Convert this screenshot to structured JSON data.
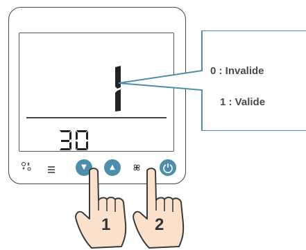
{
  "display": {
    "main_value": "1",
    "sub_value": "30"
  },
  "buttons": {
    "mode": "mode-icon",
    "menu": "menu-icon",
    "down": "▼",
    "up": "▲",
    "fan": "fan-icon",
    "power": "power-icon"
  },
  "callout": {
    "line1": "0 : Invalide",
    "line2": "1 : Valide"
  },
  "steps": {
    "step1": "1",
    "step2": "2"
  },
  "colors": {
    "button_blue": "#4d8fa8",
    "callout_blue": "#4d8fa8",
    "hand_fill": "#fbe1cc"
  }
}
